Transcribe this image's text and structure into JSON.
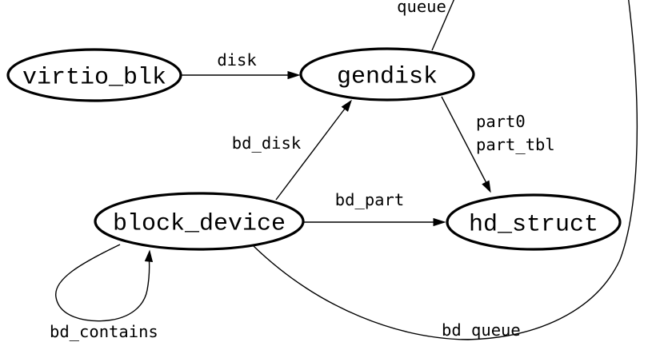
{
  "diagram": {
    "background_color": "#ffffff",
    "stroke_color": "#000000",
    "nodes": [
      {
        "id": "virtio_blk",
        "label": "virtio_blk",
        "shape": "ellipse"
      },
      {
        "id": "gendisk",
        "label": "gendisk",
        "shape": "ellipse"
      },
      {
        "id": "block_device",
        "label": "block_device",
        "shape": "ellipse"
      },
      {
        "id": "hd_struct",
        "label": "hd_struct",
        "shape": "ellipse"
      }
    ],
    "edges": [
      {
        "from": "virtio_blk",
        "to": "gendisk",
        "label": "disk"
      },
      {
        "from": "gendisk",
        "to": null,
        "label": "queue",
        "target_offscreen": true
      },
      {
        "from": "block_device",
        "to": "gendisk",
        "label": "bd_disk"
      },
      {
        "from": "gendisk",
        "to": "hd_struct",
        "label": "part0",
        "label2": "part_tbl"
      },
      {
        "from": "block_device",
        "to": "hd_struct",
        "label": "bd_part"
      },
      {
        "from": "block_device",
        "to": "block_device",
        "label": "bd_contains",
        "self_loop": true
      },
      {
        "from": "block_device",
        "to": null,
        "label": "bd_queue",
        "target_offscreen": true
      }
    ]
  }
}
